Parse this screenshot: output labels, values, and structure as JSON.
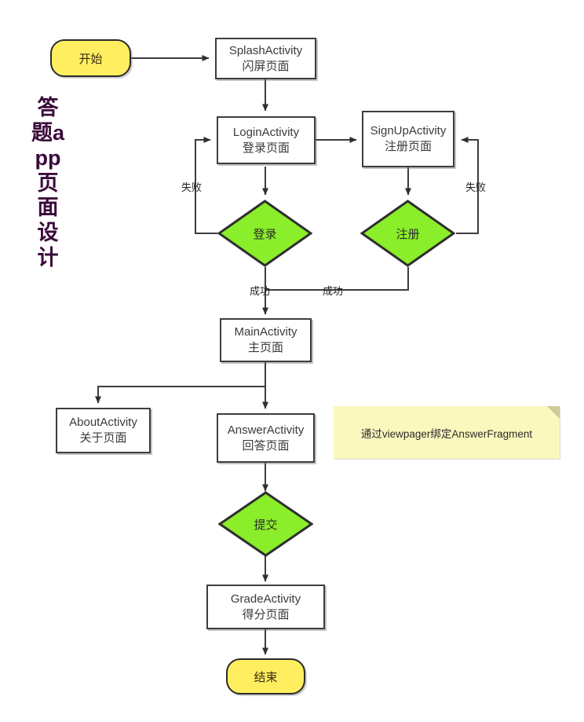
{
  "diagram": {
    "title_vertical": "答题app页面设计",
    "title_color": "#3b0b3b",
    "background": "#ffffff",
    "edge_color": "#3d3d3d",
    "process_fill": "#ffffff",
    "process_stroke": "#3d3d3d",
    "terminator_fill": "#ffef60",
    "decision_fill": "#8aee2a",
    "decision_stroke": "#2f2f2f",
    "note_fill": "#fbf8bd",
    "note_fold": "#cfcb9a"
  },
  "nodes": {
    "start": {
      "label": "开始",
      "type": "terminator"
    },
    "splash": {
      "line1": "SplashActivity",
      "line2": "闪屏页面",
      "type": "process"
    },
    "login": {
      "line1": "LoginActivity",
      "line2": "登录页面",
      "type": "process"
    },
    "signup": {
      "line1": "SignUpActivity",
      "line2": "注册页面",
      "type": "process"
    },
    "d_login": {
      "label": "登录",
      "type": "decision"
    },
    "d_signup": {
      "label": "注册",
      "type": "decision"
    },
    "main": {
      "line1": "MainActivity",
      "line2": "主页面",
      "type": "process"
    },
    "about": {
      "line1": "AboutActivity",
      "line2": "关于页面",
      "type": "process"
    },
    "answer": {
      "line1": "AnswerActivity",
      "line2": "回答页面",
      "type": "process"
    },
    "d_submit": {
      "label": "提交",
      "type": "decision"
    },
    "grade": {
      "line1": "GradeActivity",
      "line2": "得分页面",
      "type": "process"
    },
    "end": {
      "label": "结束",
      "type": "terminator"
    }
  },
  "note": {
    "text": "通过viewpager绑定AnswerFragment"
  },
  "edge_labels": {
    "login_fail": "失败",
    "signup_fail": "失败",
    "login_success": "成功",
    "signup_success": "成功"
  }
}
